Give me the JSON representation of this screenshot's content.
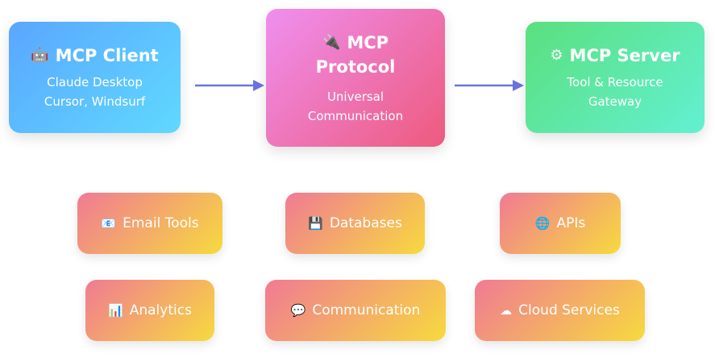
{
  "client": {
    "icon": "robot-icon",
    "icon_glyph": "🤖",
    "title": "MCP Client",
    "lines": [
      "Claude Desktop",
      "Cursor, Windsurf"
    ]
  },
  "protocol": {
    "icon": "plug-icon",
    "icon_glyph": "🔌",
    "title_line1": "MCP",
    "title_line2": "Protocol",
    "lines": [
      "Universal",
      "Communication"
    ]
  },
  "server": {
    "icon": "gear-icon",
    "icon_glyph": "⚙",
    "title": "MCP Server",
    "lines": [
      "Tool & Resource",
      "Gateway"
    ]
  },
  "tools": [
    {
      "label": "Email Tools",
      "icon": "envelope-icon",
      "icon_glyph": "📧"
    },
    {
      "label": "Databases",
      "icon": "floppy-disk-icon",
      "icon_glyph": "💾"
    },
    {
      "label": "APIs",
      "icon": "globe-icon",
      "icon_glyph": "🌐"
    },
    {
      "label": "Analytics",
      "icon": "bar-chart-icon",
      "icon_glyph": "📊"
    },
    {
      "label": "Communication",
      "icon": "speech-bubble-icon",
      "icon_glyph": "💬"
    },
    {
      "label": "Cloud Services",
      "icon": "cloud-icon",
      "icon_glyph": "☁"
    }
  ],
  "colors": {
    "arrow": "#6b73e0"
  }
}
